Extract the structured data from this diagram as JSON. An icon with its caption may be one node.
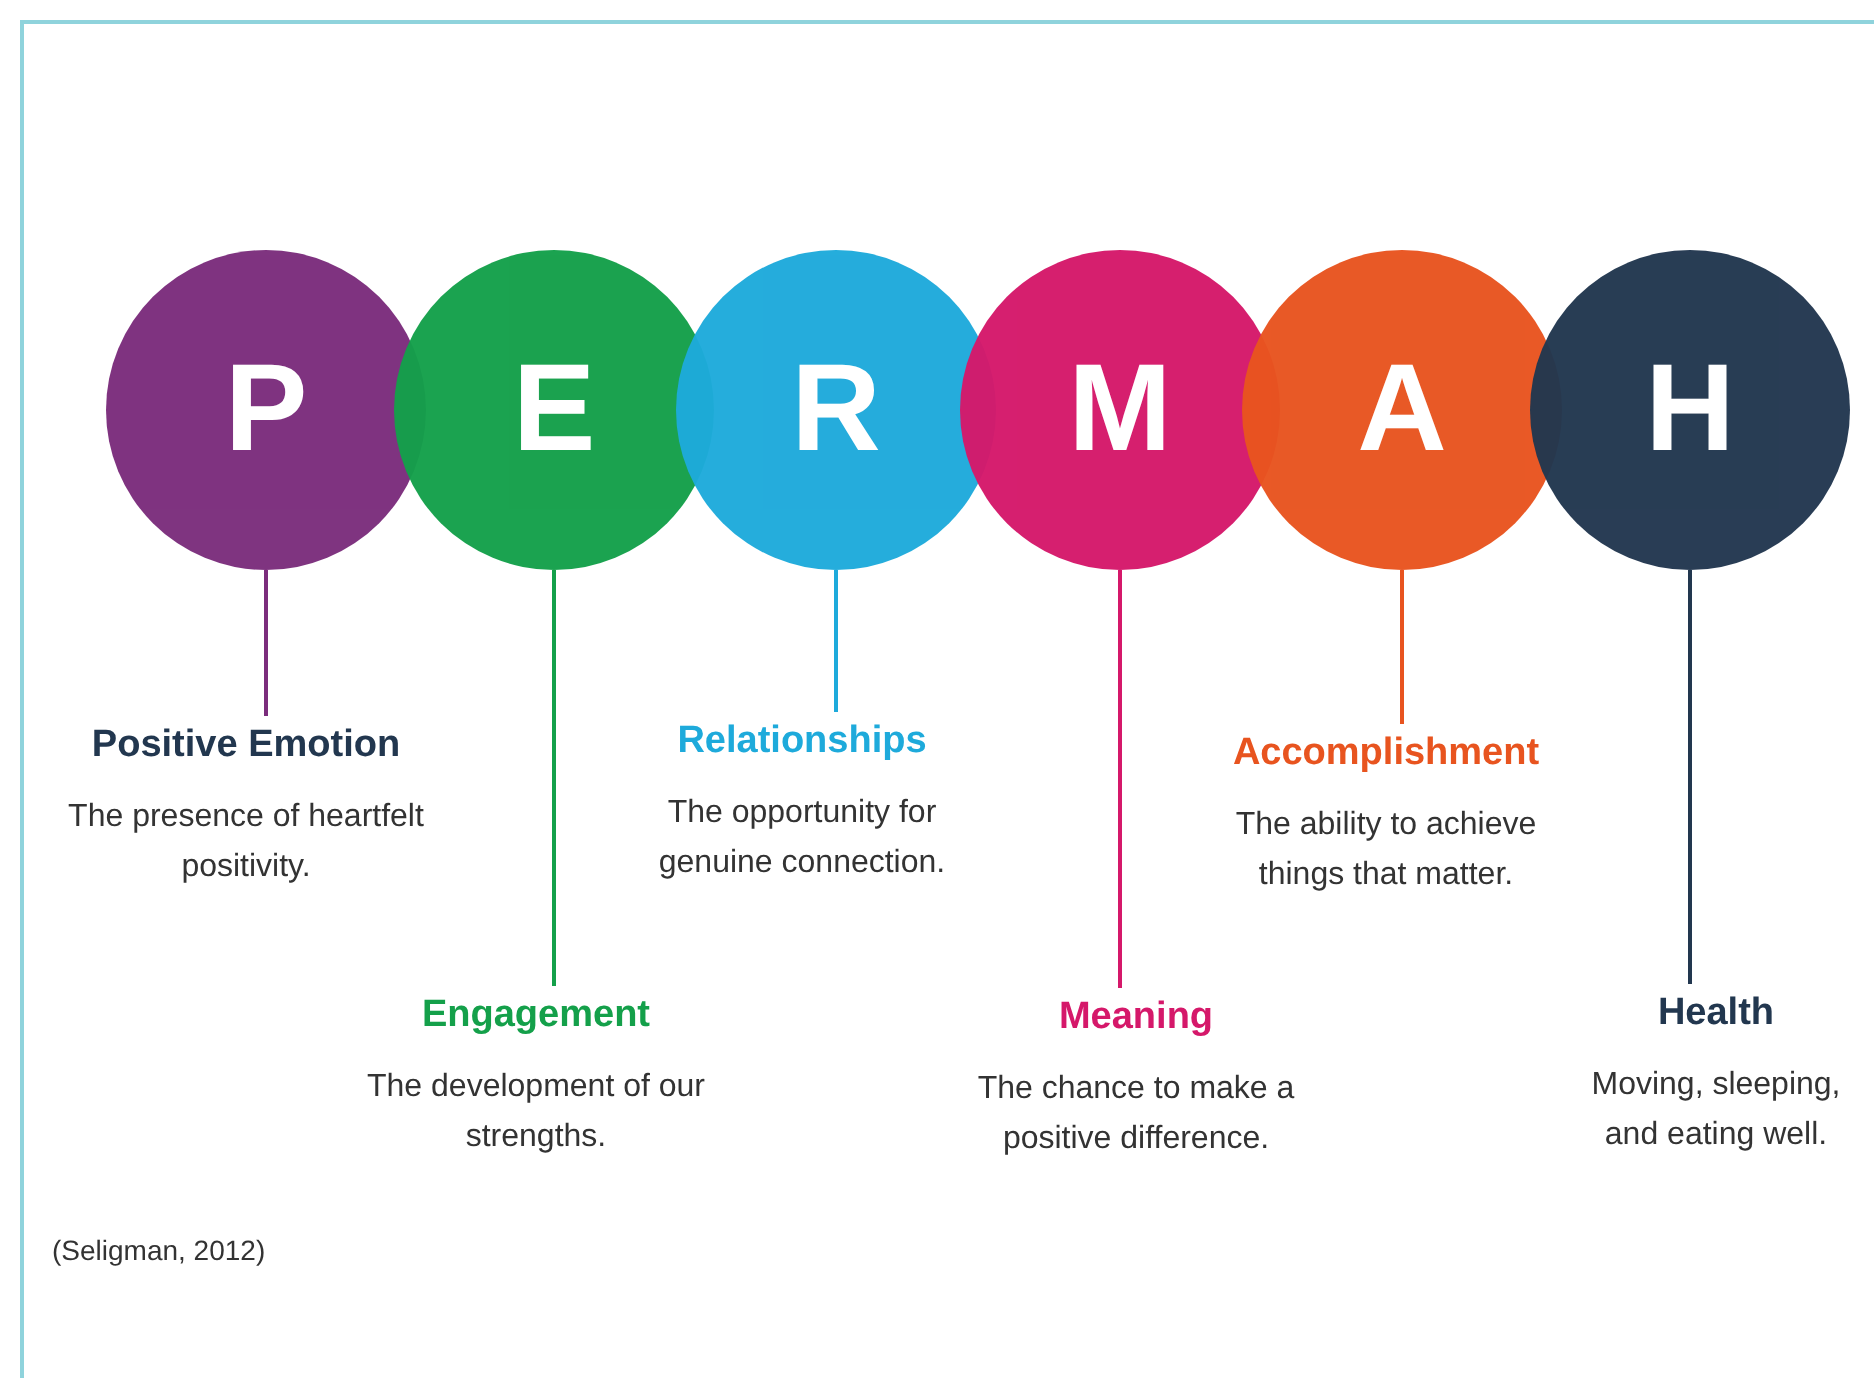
{
  "diagram": {
    "nodes": [
      {
        "text": [
          "P"
        ]
      },
      {
        "text": [
          "E"
        ]
      },
      {
        "text": [
          "R"
        ]
      },
      {
        "text": [
          "M"
        ]
      },
      {
        "text": [
          "A"
        ]
      },
      {
        "text": [
          "H"
        ]
      },
      {
        "text": [
          "Positive Emotion",
          "The presence of heartfelt positivity."
        ]
      },
      {
        "text": [
          "Engagement",
          "The development of our strengths."
        ]
      },
      {
        "text": [
          "Relationships",
          "The opportunity for genuine connection."
        ]
      },
      {
        "text": [
          "Meaning",
          "The chance to make a positive difference."
        ]
      },
      {
        "text": [
          "Accomplishment",
          "The ability to achieve things that matter."
        ]
      },
      {
        "text": [
          "Health",
          "Moving, sleeping, and eating well."
        ]
      }
    ],
    "edges": [
      {
        "from": 0,
        "to": 6,
        "arrow": "none",
        "color": "#7b2d7c"
      },
      {
        "from": 1,
        "to": 7,
        "arrow": "none",
        "color": "#14a04a"
      },
      {
        "from": 2,
        "to": 8,
        "arrow": "none",
        "color": "#1eaadb"
      },
      {
        "from": 3,
        "to": 9,
        "arrow": "none",
        "color": "#d5186a"
      },
      {
        "from": 4,
        "to": 10,
        "arrow": "none",
        "color": "#e8541f"
      },
      {
        "from": 5,
        "to": 11,
        "arrow": "none",
        "color": "#22374f"
      }
    ],
    "labels": [
      "(Seligman, 2012)"
    ]
  }
}
